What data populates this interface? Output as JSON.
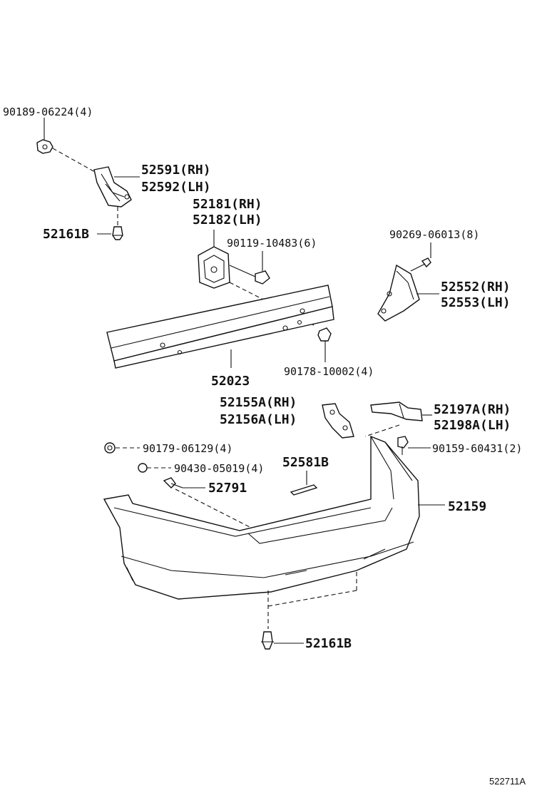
{
  "labels": {
    "p90189": "90189-06224(4)",
    "p52591": "52591(RH)",
    "p52592": "52592(LH)",
    "p52161b_top": "52161B",
    "p52181": "52181(RH)",
    "p52182": "52182(LH)",
    "p90119": "90119-10483(6)",
    "p90269": "90269-06013(8)",
    "p52552": "52552(RH)",
    "p52553": "52553(LH)",
    "p52023": "52023",
    "p90178": "90178-10002(4)",
    "p52155a": "52155A(RH)",
    "p52156a": "52156A(LH)",
    "p52197a": "52197A(RH)",
    "p52198a": "52198A(LH)",
    "p90179": "90179-06129(4)",
    "p90159": "90159-60431(2)",
    "p90430": "90430-05019(4)",
    "p52581b": "52581B",
    "p52791": "52791",
    "p52159": "52159",
    "p52161b_bottom": "52161B"
  },
  "figure_ref": "522711A"
}
